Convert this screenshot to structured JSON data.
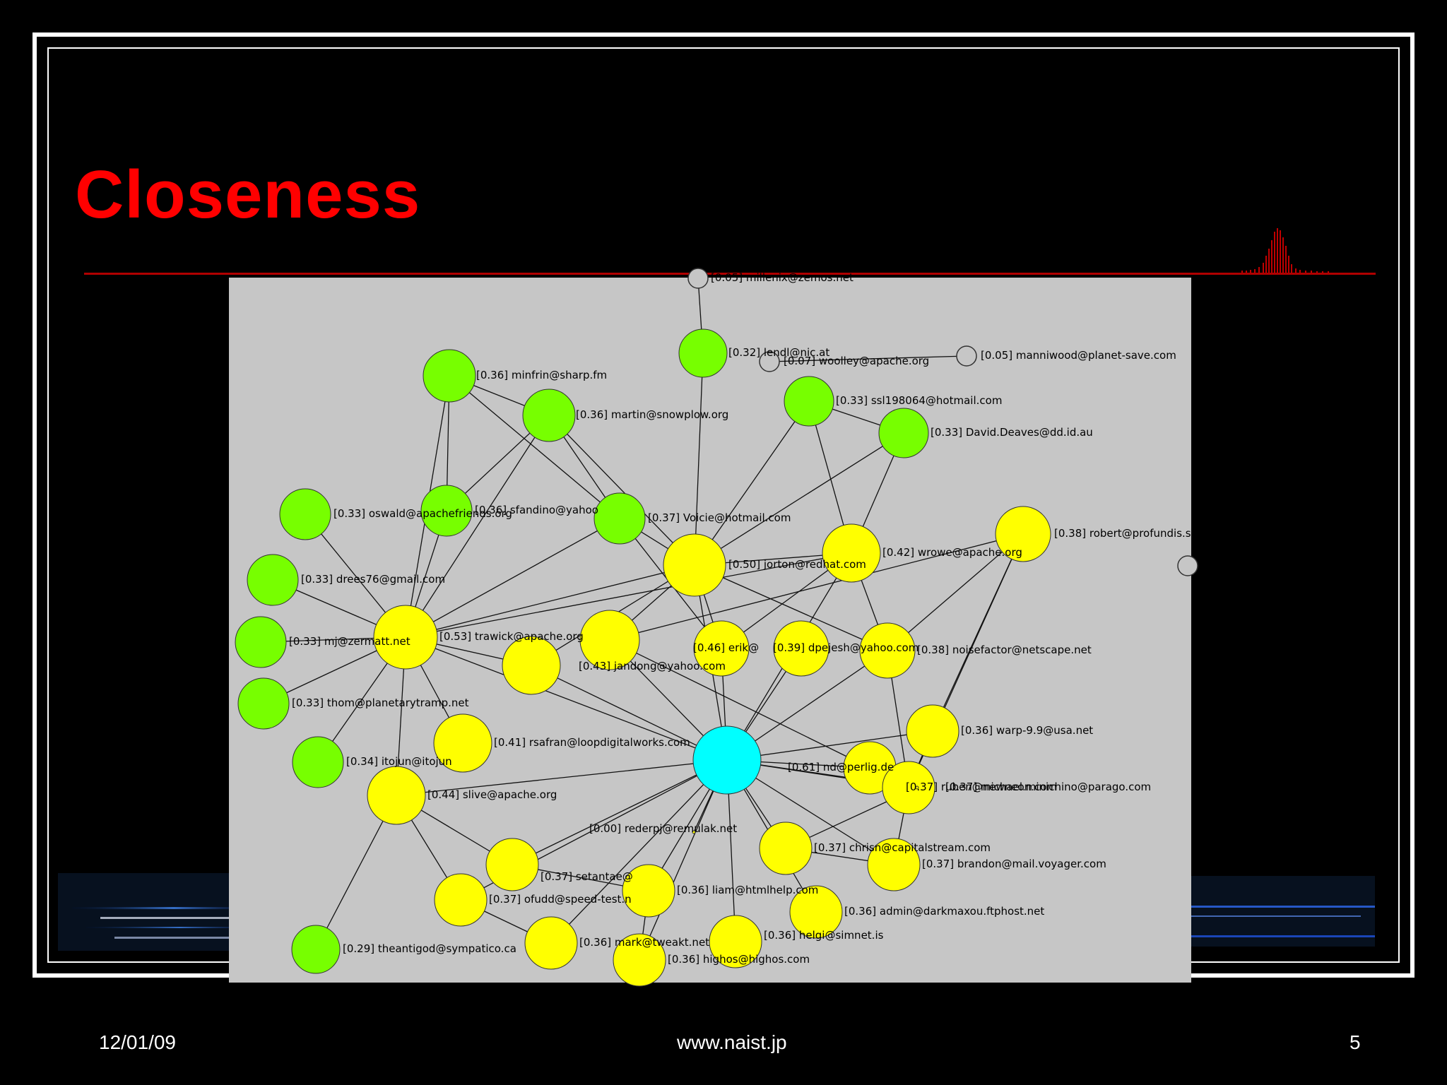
{
  "slide": {
    "title": "Closeness",
    "footer_date": "12/01/09",
    "footer_url": "www.naist.jp",
    "page_number": "5"
  },
  "colors": {
    "title": "#ff0000",
    "rule": "#b00000",
    "panel": "#c6c6c6",
    "green": "#77ff00",
    "yellow": "#ffff00",
    "cyan": "#00ffff",
    "grey": "#c6c6c6"
  },
  "graph": {
    "nodes": [
      {
        "id": "center",
        "color": "cyan",
        "label": ""
      },
      {
        "id": "millenix",
        "color": "grey",
        "label": "[0.05] millenix@zemos.net"
      },
      {
        "id": "lendl",
        "color": "green",
        "label": "[0.32] lendl@nic.at"
      },
      {
        "id": "woolley",
        "color": "grey",
        "label": "[0.07] woolley@apache.org"
      },
      {
        "id": "manniwood",
        "color": "grey",
        "label": "[0.05] manniwood@planet-save.com"
      },
      {
        "id": "minfrin",
        "color": "green",
        "label": "[0.36] minfrin@sharp.fm"
      },
      {
        "id": "martin",
        "color": "green",
        "label": "[0.36] martin@snowplow.org"
      },
      {
        "id": "ssl",
        "color": "green",
        "label": "[0.33] ssl198064@hotmail.com"
      },
      {
        "id": "david",
        "color": "green",
        "label": "[0.33] David.Deaves@dd.id.au"
      },
      {
        "id": "sfandino",
        "color": "green",
        "label": "[0.36] sfandino@yahoo"
      },
      {
        "id": "voicie",
        "color": "green",
        "label": "[0.37] Voicie@hotmail.com"
      },
      {
        "id": "oswald",
        "color": "green",
        "label": "[0.33] oswald@apachefriends.org"
      },
      {
        "id": "drees",
        "color": "green",
        "label": "[0.33] drees76@gmail.com"
      },
      {
        "id": "mj",
        "color": "green",
        "label": "[0.33] mj@zermatt.net"
      },
      {
        "id": "thom",
        "color": "green",
        "label": "[0.33] thom@planetarytramp.net"
      },
      {
        "id": "itojun",
        "color": "green",
        "label": "[0.34] itojun@itojun"
      },
      {
        "id": "theantigod",
        "color": "green",
        "label": "[0.29] theantigod@sympatico.ca"
      },
      {
        "id": "jorton",
        "color": "yellow",
        "label": "[0.50] jorton@redhat.com"
      },
      {
        "id": "wrowe",
        "color": "yellow",
        "label": "[0.42] wrowe@apache.org"
      },
      {
        "id": "robert",
        "color": "yellow",
        "label": "[0.38] robert@profundis.se"
      },
      {
        "id": "trawick",
        "color": "yellow",
        "label": "[0.53] trawick@apache.org"
      },
      {
        "id": "hub1",
        "color": "yellow",
        "label": ""
      },
      {
        "id": "jandong",
        "color": "yellow",
        "label": "[0.43] jandong@yahoo.com"
      },
      {
        "id": "erik",
        "color": "yellow",
        "label": "[0.46] erik@"
      },
      {
        "id": "dpejesh",
        "color": "yellow",
        "label": "[0.39] dpejesh@yahoo.com"
      },
      {
        "id": "noisefactor",
        "color": "yellow",
        "label": "[0.38] noisefactor@netscape.net"
      },
      {
        "id": "rsafran",
        "color": "yellow",
        "label": "[0.41] rsafran@loopdigitalworks.com"
      },
      {
        "id": "warp",
        "color": "yellow",
        "label": "[0.36] warp-9.9@usa.net"
      },
      {
        "id": "nd",
        "color": "yellow",
        "label": "[0.61] nd@perlig.de"
      },
      {
        "id": "ruben",
        "color": "yellow",
        "label": "[0.37] ruben@newneon.com"
      },
      {
        "id": "michael",
        "color": "yellow",
        "label": "[0.37] michael.minichino@parago.com"
      },
      {
        "id": "slive",
        "color": "yellow",
        "label": "[0.44] slive@apache.org"
      },
      {
        "id": "rederpj",
        "color": "yellow",
        "label": "[0.00] rederpj@remulak.net"
      },
      {
        "id": "setantae",
        "color": "yellow",
        "label": "[0.37] setantae@"
      },
      {
        "id": "chrisn",
        "color": "yellow",
        "label": "[0.37] chrisn@capitalstream.com"
      },
      {
        "id": "brandon",
        "color": "yellow",
        "label": "[0.37] brandon@mail.voyager.com"
      },
      {
        "id": "ofudd",
        "color": "yellow",
        "label": "[0.37] ofudd@speed-test.n"
      },
      {
        "id": "liam",
        "color": "yellow",
        "label": "[0.36] liam@htmlhelp.com"
      },
      {
        "id": "admin",
        "color": "yellow",
        "label": "[0.36] admin@darkmaxou.ftphost.net"
      },
      {
        "id": "mark",
        "color": "yellow",
        "label": "[0.36] mark@tweakt.net"
      },
      {
        "id": "helgi",
        "color": "yellow",
        "label": "[0.36] helgi@simnet.is"
      },
      {
        "id": "highos",
        "color": "yellow",
        "label": "[0.36] highos@highos.com"
      },
      {
        "id": "edge_right",
        "color": "grey",
        "label": ""
      }
    ],
    "edges": [
      [
        "millenix",
        "lendl"
      ],
      [
        "woolley",
        "manniwood"
      ],
      [
        "lendl",
        "jorton"
      ],
      [
        "minfrin",
        "martin"
      ],
      [
        "minfrin",
        "sfandino"
      ],
      [
        "minfrin",
        "voicie"
      ],
      [
        "minfrin",
        "trawick"
      ],
      [
        "martin",
        "sfandino"
      ],
      [
        "martin",
        "voicie"
      ],
      [
        "martin",
        "jorton"
      ],
      [
        "martin",
        "trawick"
      ],
      [
        "ssl",
        "david"
      ],
      [
        "ssl",
        "wrowe"
      ],
      [
        "ssl",
        "jorton"
      ],
      [
        "david",
        "wrowe"
      ],
      [
        "david",
        "jorton"
      ],
      [
        "sfandino",
        "trawick"
      ],
      [
        "voicie",
        "jorton"
      ],
      [
        "voicie",
        "trawick"
      ],
      [
        "voicie",
        "erik"
      ],
      [
        "oswald",
        "trawick"
      ],
      [
        "drees",
        "trawick"
      ],
      [
        "mj",
        "trawick"
      ],
      [
        "thom",
        "trawick"
      ],
      [
        "itojun",
        "trawick"
      ],
      [
        "trawick",
        "slive"
      ],
      [
        "trawick",
        "rsafran"
      ],
      [
        "trawick",
        "jorton"
      ],
      [
        "trawick",
        "hub1"
      ],
      [
        "trawick",
        "center"
      ],
      [
        "trawick",
        "wrowe"
      ],
      [
        "jorton",
        "hub1"
      ],
      [
        "jorton",
        "jandong"
      ],
      [
        "jorton",
        "erik"
      ],
      [
        "jorton",
        "center"
      ],
      [
        "jorton",
        "wrowe"
      ],
      [
        "jorton",
        "noisefactor"
      ],
      [
        "wrowe",
        "erik"
      ],
      [
        "wrowe",
        "center"
      ],
      [
        "wrowe",
        "noisefactor"
      ],
      [
        "robert",
        "noisefactor"
      ],
      [
        "robert",
        "warp"
      ],
      [
        "robert",
        "ruben"
      ],
      [
        "robert",
        "jandong"
      ],
      [
        "hub1",
        "center"
      ],
      [
        "jandong",
        "center"
      ],
      [
        "jandong",
        "nd"
      ],
      [
        "erik",
        "center"
      ],
      [
        "dpejesh",
        "center"
      ],
      [
        "noisefactor",
        "center"
      ],
      [
        "noisefactor",
        "ruben"
      ],
      [
        "slive",
        "center"
      ],
      [
        "slive",
        "theantigod"
      ],
      [
        "slive",
        "ofudd"
      ],
      [
        "slive",
        "setantae"
      ],
      [
        "center",
        "warp"
      ],
      [
        "center",
        "nd"
      ],
      [
        "center",
        "ruben"
      ],
      [
        "center",
        "michael"
      ],
      [
        "center",
        "rederpj"
      ],
      [
        "center",
        "setantae"
      ],
      [
        "center",
        "chrisn"
      ],
      [
        "center",
        "brandon"
      ],
      [
        "center",
        "liam"
      ],
      [
        "center",
        "admin"
      ],
      [
        "center",
        "mark"
      ],
      [
        "center",
        "helgi"
      ],
      [
        "center",
        "highos"
      ],
      [
        "center",
        "ofudd"
      ],
      [
        "chrisn",
        "michael"
      ],
      [
        "chrisn",
        "brandon"
      ],
      [
        "ruben",
        "brandon"
      ],
      [
        "warp",
        "ruben"
      ],
      [
        "setantae",
        "liam"
      ],
      [
        "ofudd",
        "mark"
      ],
      [
        "liam",
        "highos"
      ]
    ]
  }
}
